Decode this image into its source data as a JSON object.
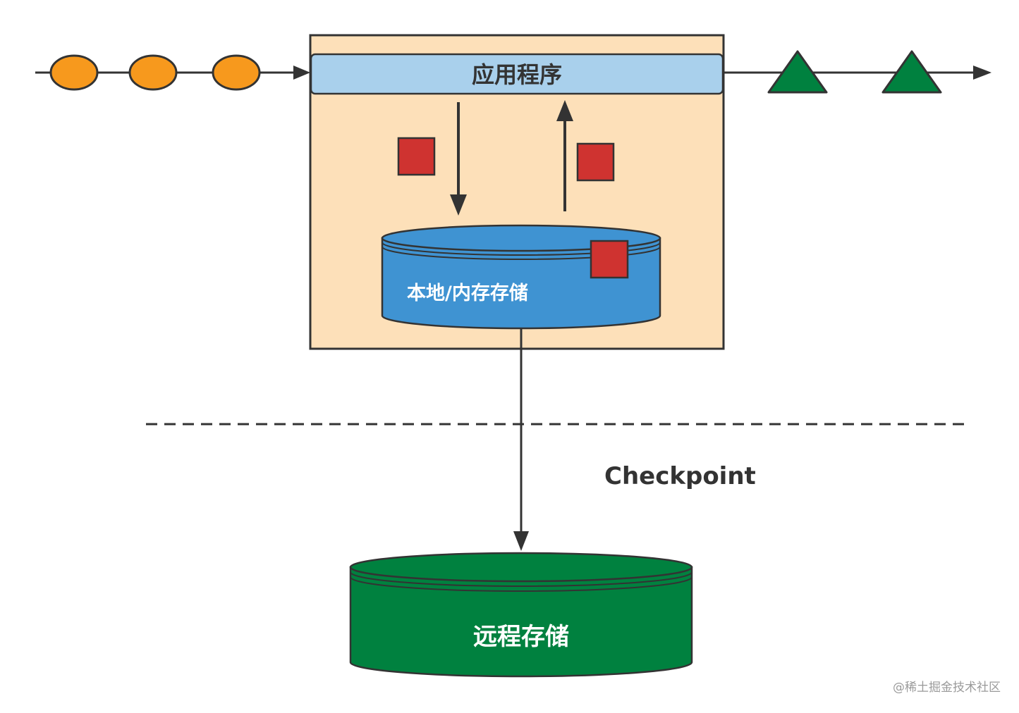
{
  "labels": {
    "app": "应用程序",
    "local_storage": "本地/内存存储",
    "checkpoint": "Checkpoint",
    "remote_storage": "远程存储"
  },
  "watermark": "@稀土掘金技术社区",
  "colors": {
    "app_container_fill": "#fde0b9",
    "app_bar_fill": "#a9d0ec",
    "input_event_fill": "#f7991d",
    "output_event_fill": "#00813f",
    "state_block_fill": "#cf3330",
    "local_storage_fill": "#3f93d2",
    "remote_storage_fill": "#00813f",
    "stroke": "#333333"
  },
  "input_event_count": 3,
  "output_event_count": 2
}
